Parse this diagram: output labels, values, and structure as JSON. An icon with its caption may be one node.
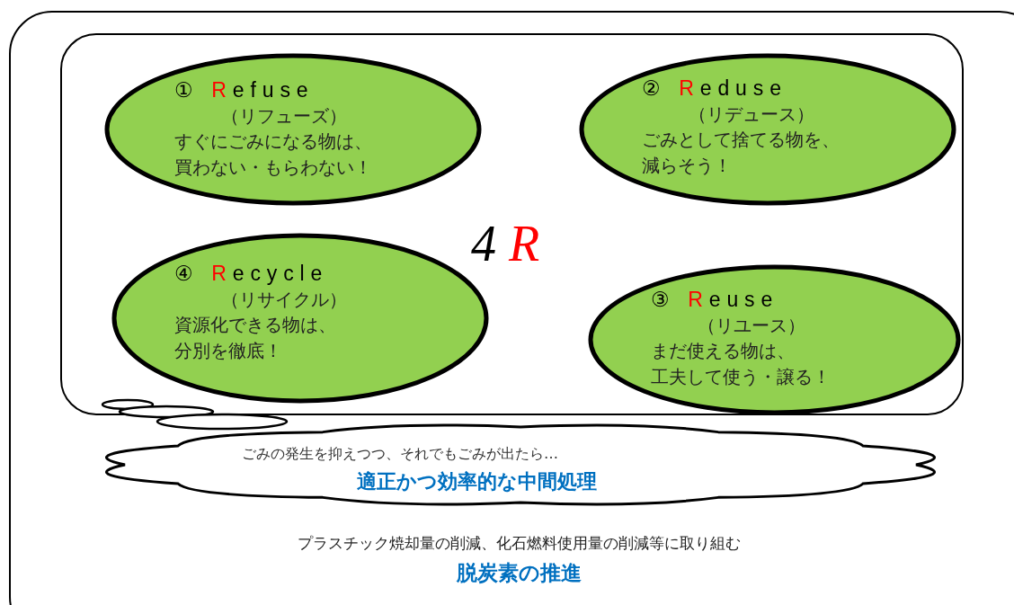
{
  "diagram": {
    "nodes": [
      {
        "text": [
          "プラスチック焼却量の削減、化石燃料使用量の削減等に取り組む",
          "脱炭素の推進"
        ]
      },
      {
        "text": [
          "4R"
        ],
        "in": 0
      },
      {
        "text": [
          "① Refuse",
          "（リフューズ）",
          "すぐにごみになる物は、",
          "買わない・もらわない！"
        ],
        "in": 1
      },
      {
        "text": [
          "② Reduse",
          "（リデュース）",
          "ごみとして捨てる物を、",
          "減らそう！"
        ],
        "in": 1
      },
      {
        "text": [
          "④ Recycle",
          "（リサイクル）",
          "資源化できる物は、",
          "分別を徹底！"
        ],
        "in": 1
      },
      {
        "text": [
          "③ Reuse",
          "（リユース）",
          "まだ使える物は、",
          "工夫して使う・譲る！"
        ],
        "in": 1
      },
      {
        "text": [
          "ごみの発生を抑えつつ、それでもごみが出たら…",
          "適正かつ効率的な中間処理"
        ],
        "in": 0
      }
    ]
  }
}
